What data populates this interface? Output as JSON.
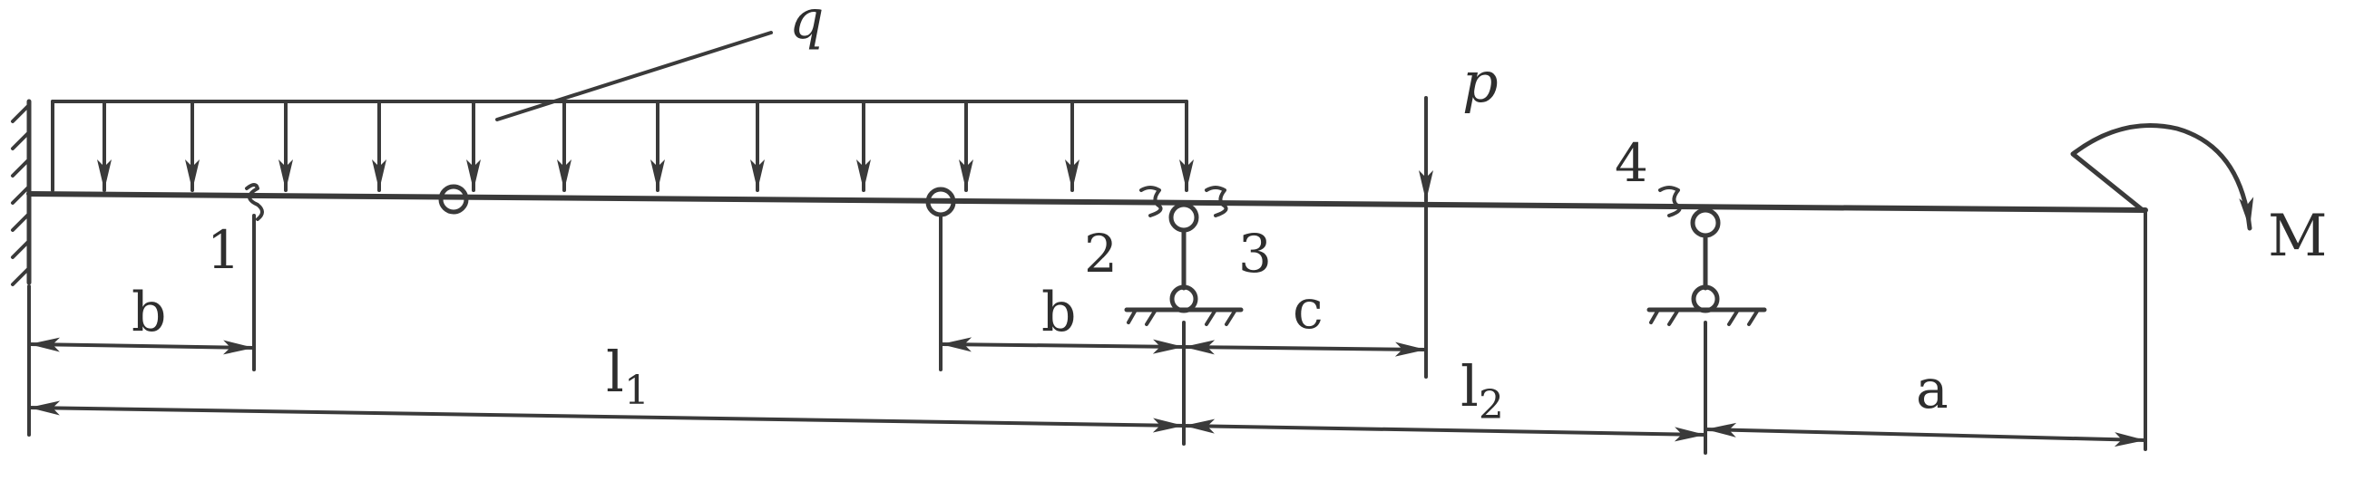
{
  "colors": {
    "ink": "#3a3a3a",
    "background": "#ffffff"
  },
  "labels": {
    "load_q": "q",
    "force_p": "p",
    "moment_m": "M",
    "section_1": "1",
    "section_2": "2",
    "section_3": "3",
    "section_4": "4",
    "dim_b_left": "b",
    "dim_b_right": "b",
    "dim_c": "c",
    "dim_a": "a",
    "dim_l1_base": "l",
    "dim_l1_sub": "1",
    "dim_l2_base": "l",
    "dim_l2_sub": "2"
  }
}
